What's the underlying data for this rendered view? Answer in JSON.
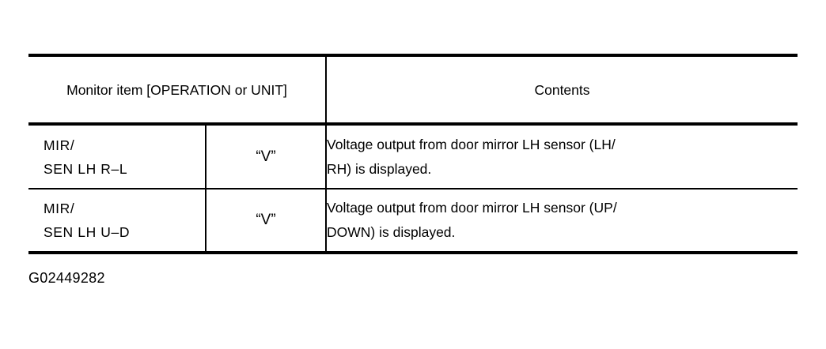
{
  "document": {
    "background_color": "#ffffff",
    "text_color": "#000000"
  },
  "table": {
    "headers": {
      "monitor_item": "Monitor item [OPERATION or UNIT]",
      "contents": "Contents"
    },
    "rows": [
      {
        "monitor_item": "MIR/\nSEN  LH  R–L",
        "unit": "“V”",
        "contents": "Voltage output from door mirror LH sensor (LH/\nRH) is displayed."
      },
      {
        "monitor_item": "MIR/\nSEN  LH  U–D",
        "unit": "“V”",
        "contents": "Voltage output from door mirror LH sensor (UP/\nDOWN) is displayed."
      }
    ]
  },
  "caption": {
    "figure_id": "G02449282"
  }
}
